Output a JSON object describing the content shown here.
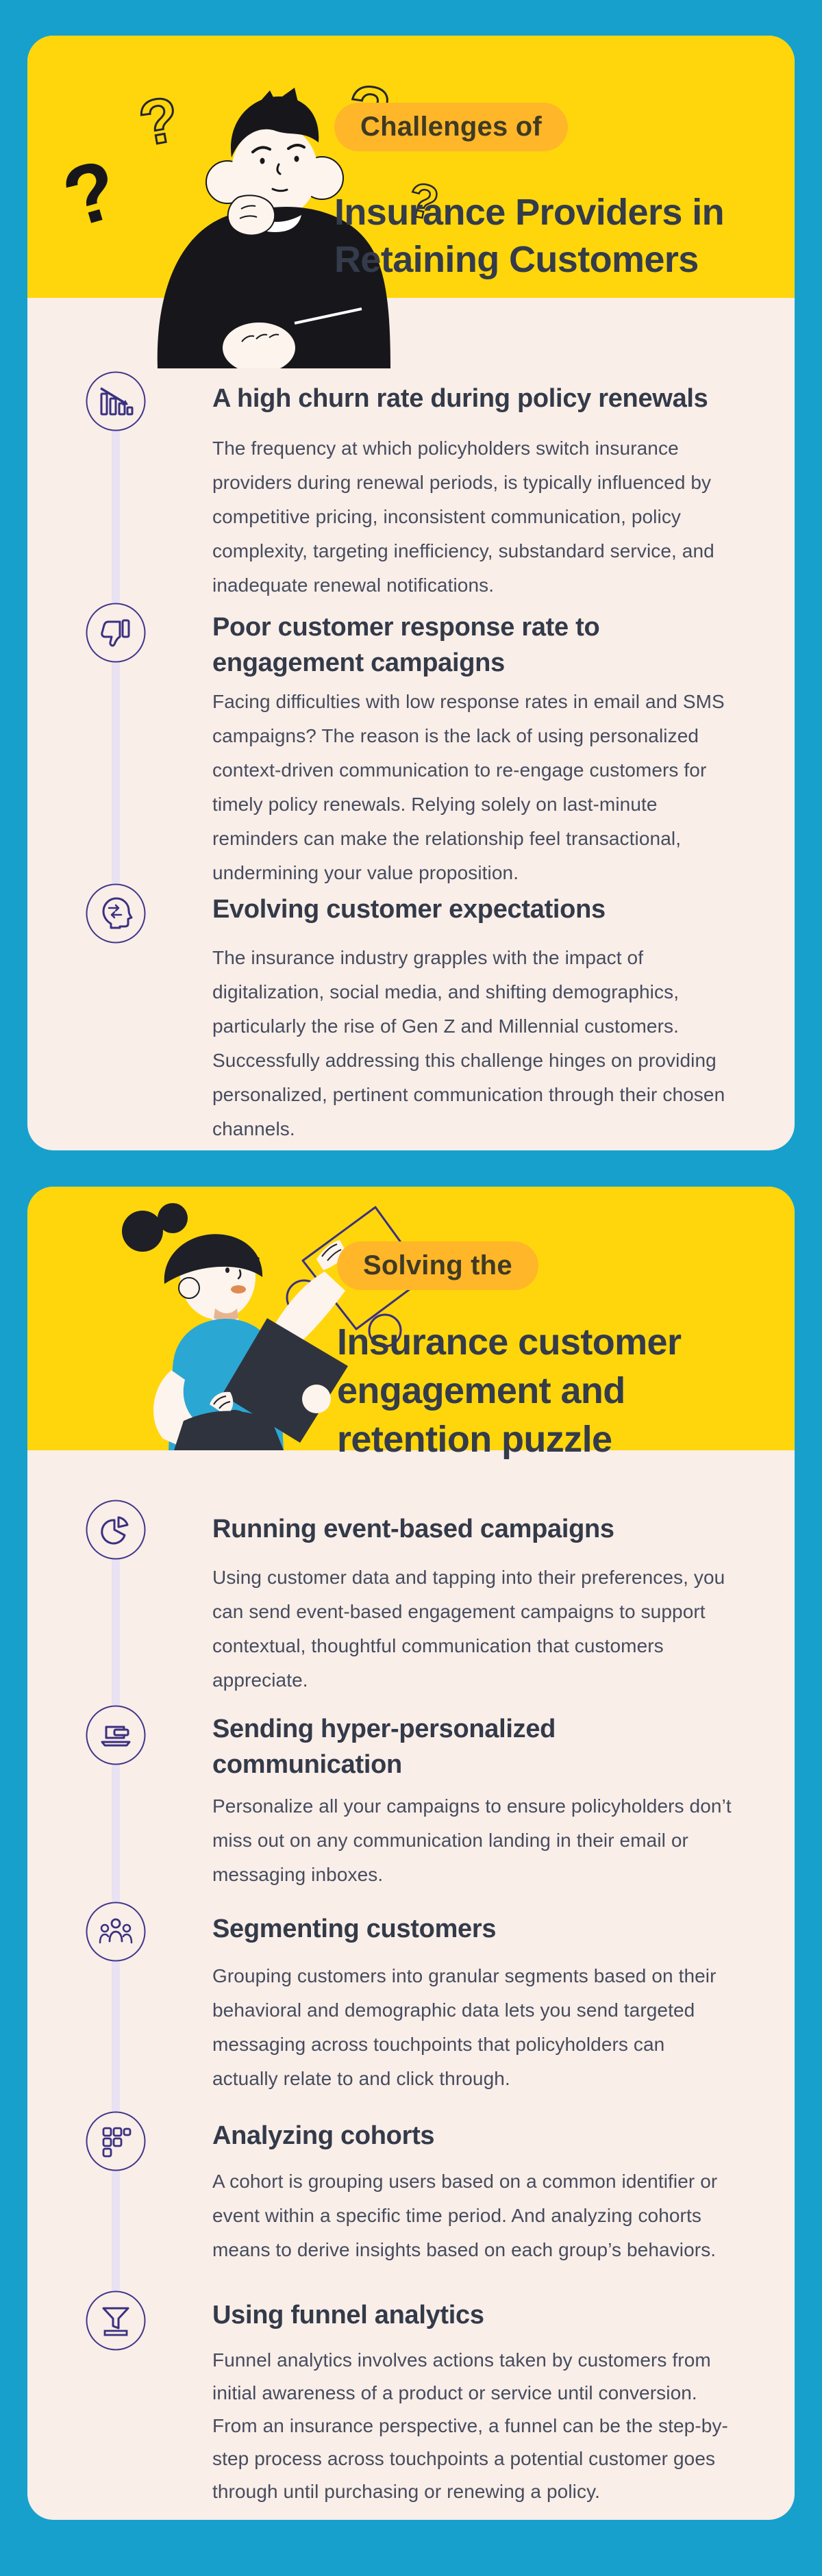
{
  "colors": {
    "background": "#18A0CD",
    "card_bg": "#F9EEE8",
    "header_bg": "#FFD60B",
    "badge_bg": "#FFB629",
    "badge_text": "#3E3A24",
    "title_text": "#343B4B",
    "body_text": "#464C5E",
    "icon_stroke": "#3A3080",
    "connector_line": "#E9E2F3",
    "illustration_dark": "#17171B",
    "illustration_skin": "#FCF4ED",
    "illustration_blue": "#2BA7D3"
  },
  "card1": {
    "badge": "Challenges of",
    "title_lines": [
      "Insurance Providers in",
      "Retaining Customers"
    ],
    "items": [
      {
        "icon": "churn-decline-chart-icon",
        "title_lines": [
          "A high churn rate during policy renewals"
        ],
        "body": "The frequency at which policyholders switch insurance providers during renewal periods, is typically influenced by competitive pricing, inconsistent communication, policy complexity, targeting inefficiency, substandard service, and inadequate renewal notifications."
      },
      {
        "icon": "thumbs-down-icon",
        "title_lines": [
          "Poor customer response rate to",
          "engagement campaigns"
        ],
        "body": "Facing difficulties with low response rates in email and SMS campaigns? The reason is the lack of using personalized context-driven communication to re-engage customers for timely policy renewals. Relying solely on last-minute reminders can make the relationship feel transactional, undermining your value proposition."
      },
      {
        "icon": "evolving-mind-icon",
        "title_lines": [
          "Evolving customer expectations"
        ],
        "body": "The insurance industry grapples with the impact of digitalization, social media, and shifting demographics, particularly the rise of Gen Z and Millennial customers. Successfully addressing this challenge hinges on providing personalized, pertinent communication through their chosen channels."
      }
    ]
  },
  "card2": {
    "badge": "Solving the",
    "title_lines": [
      "Insurance customer",
      "engagement and",
      "retention puzzle"
    ],
    "items": [
      {
        "icon": "pie-chart-icon",
        "title_lines": [
          "Running event-based campaigns"
        ],
        "body": "Using customer data and tapping into their preferences, you can send event-based engagement campaigns to support contextual, thoughtful communication that customers appreciate."
      },
      {
        "icon": "laptop-message-icon",
        "title_lines": [
          "Sending hyper-personalized",
          "communication"
        ],
        "body": "Personalize all your campaigns to ensure policyholders don’t miss out on any communication landing in their email or messaging inboxes."
      },
      {
        "icon": "segmented-people-icon",
        "title_lines": [
          "Segmenting customers"
        ],
        "body": "Grouping customers into granular segments based on their behavioral and demographic data lets you send targeted messaging across touchpoints that policyholders can actually relate to and click through."
      },
      {
        "icon": "cohort-grid-icon",
        "title_lines": [
          "Analyzing cohorts"
        ],
        "body": "A cohort is grouping users based on a common identifier or event within a specific time period. And analyzing cohorts means to derive insights based on each group’s behaviors."
      },
      {
        "icon": "funnel-icon",
        "title_lines": [
          "Using funnel analytics"
        ],
        "body": "Funnel analytics involves actions taken by customers from initial awareness of a product or service until conversion. From an insurance perspective, a funnel can be the step-by-step process across touchpoints a potential customer goes through until purchasing or renewing a policy."
      }
    ]
  }
}
